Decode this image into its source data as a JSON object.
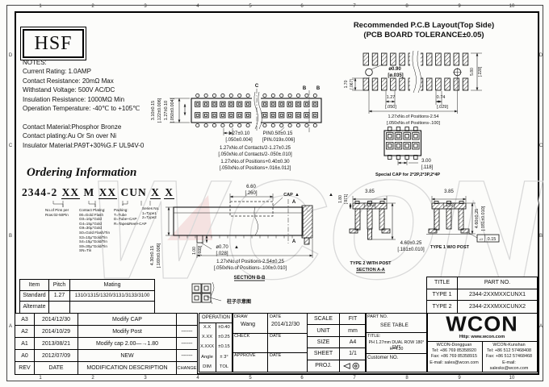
{
  "logo": "HSF",
  "watermark": "WCON",
  "frame": {
    "cols": [
      "1",
      "2",
      "3",
      "4",
      "5",
      "6",
      "7",
      "8",
      "9",
      "10"
    ],
    "rows": [
      "D",
      "C",
      "B",
      "A"
    ]
  },
  "notes": {
    "text": "NOTES:\nCurrent Rating: 1.0AMP\nContact Resistance: 20mΩ Max\nWithstand Voltage: 500V AC/DC\nInsulation Resistance: 1000MΩ Min\nOperation Temperature: -40℃ to +105℃\n\nContact Material:Phosphor Bronze\nContact plating:Au Or Sn over Ni\nInsulator Material:PA9T+30%G.F UL94V-0"
  },
  "pcb": {
    "title": "Recommended P.C.B Layout(Top Side)\n(PCB BOARD TOLERANCE±0.05)",
    "row_h": "1.70",
    "row_h_in": "[.067]",
    "hole": "ø0.90",
    "hole_in": "[ø.035]",
    "total_h": "5.80",
    "total_h_in": "[.228]",
    "pitch": "1.27",
    "pitch_in": "[.050]",
    "pad_w": "0.74",
    "pad_w_in": "[.029]",
    "span": "1.27xNo.of Positions-2.54",
    "span_in": "[.050xNo.of Positions-.100]"
  },
  "top_view": {
    "w": "3.10±0.15",
    "w_in": "[.122±0.006]",
    "row": "1.27±0.10",
    "row_in": "[.050±0.004]",
    "pitch": "1.27±0.10",
    "pitch_in": "[.050±0.004]",
    "pin": "PIN0.50±0.15",
    "pin_in": "[PIN.019±.006]",
    "contacts": "1.27xNo.of Contacts/2-1.27±0.25",
    "contacts_in": "[.050xNo.of Contacts/2-.050±.010]",
    "positions": "1.27xNo.of Positions+0.40±0.30",
    "positions_in": "[.050xNo.of Positions+.016±.012]",
    "cl": "C",
    "sec": "B"
  },
  "section_bb": {
    "cap_w": "6.60",
    "cap_w_in": "[.260]",
    "cap": "CAP",
    "tri": "▲",
    "h": "4.30±0.15",
    "h_in": "[.169±0.006]",
    "post_h": "1.00",
    "post_h_in": "[.039]",
    "hole": "ø0.70",
    "hole_in": "[.028]",
    "span": "1.27xNo.of Positions-2.54±0.25",
    "span_in": "[.050xNo.of Positions-.100±0.010]",
    "label": "SECTION B-B",
    "sec": "A",
    "post_note": "柱子示意图"
  },
  "special_cap": {
    "d": "3.00",
    "d_in": "[.118]",
    "label": "Special CAP for 2*2P,2*3P,2*4P"
  },
  "type2": {
    "t": "1.80",
    "t_in": "[.071]",
    "w": "3.85",
    "w_in": "[.152]",
    "h": "4.60±0.25",
    "h_in": "[.181±0.010]",
    "l1": "TYPE 2 WITH POST",
    "l2": "SECTION A-A",
    "tri": "▲"
  },
  "type1": {
    "w": "3.85",
    "w_in": "[.152]",
    "h": "4.60±0.25",
    "h_in": "[.181±0.010]",
    "flat_sym": "▱",
    "flat": "0.15",
    "l1": "TYPE 1 W/O POST"
  },
  "ordering": {
    "title": "Ordering Information",
    "code": {
      "p1": "2344-2 ",
      "p2": "XX",
      "p3": " M ",
      "p4": "XX",
      "p5": " CUN ",
      "p6": "X",
      "p7": " ",
      "p8": "X"
    },
    "legend_pins": "No.of Pins per\nRow:02-50Pin",
    "legend_plating": "Contact Plating:\n00=Gold Flash\nG0=10µ\"Gold\nG4=15µ\"Gold\nG9=30µ\"Gold\nS0=Gold Flash/Tin\nS3=10µ\"Gold/Tin\nS4=15µ\"Gold/Tin\nS9=30µ\"Gold/Tin\nSN=Tin",
    "legend_packing": "Packing:\nT=Tube\nD=Tube+CAP\nR=Tape&Reel+CAP",
    "legend_series": "Series No.\n1=Type1\n2=Type2"
  },
  "mating": {
    "headers": [
      "Item",
      "Pitch",
      "Mating"
    ],
    "rows": [
      [
        "Standard",
        "1.27",
        "1310/1315/1320/3131/3133/3100"
      ],
      [
        "Alternate",
        "",
        ""
      ]
    ]
  },
  "type_table": {
    "headers": [
      "TITLE",
      "PART NO."
    ],
    "rows": [
      [
        "TYPE 1",
        "2344-2XXMXXCUNX1"
      ],
      [
        "TYPE 2",
        "2344-2XXMXXCUNX2"
      ]
    ]
  },
  "revision": {
    "rows": [
      [
        "A3",
        "2014/12/30",
        "Modify CAP",
        ""
      ],
      [
        "A2",
        "2014/10/29",
        "Modify Post",
        "------"
      ],
      [
        "A1",
        "2013/08/21",
        "Modify cap 2.00—→1.80",
        "------"
      ],
      [
        "A0",
        "2012/07/09",
        "NEW",
        "------"
      ]
    ],
    "footer": [
      "REV",
      "DATE",
      "MODIFICATION DESCRIPTION",
      "CHANGE"
    ]
  },
  "tolerance": {
    "header": "OPERATION",
    "rows": [
      [
        "X.X",
        "±0.40"
      ],
      [
        "X.XX",
        "±0.25"
      ],
      [
        "X.XXX",
        "±0.15"
      ],
      [
        "Angle",
        "± 3°"
      ],
      [
        "DIM",
        "TOL"
      ]
    ]
  },
  "approval": {
    "draw_label": "DRAW",
    "draw_value": "Wang",
    "date1_label": "DATE",
    "date1_value": "2014/12/30",
    "check_label": "CHECK",
    "date2_label": "DATE",
    "approve_label": "APPROVE",
    "date3_label": "DATE"
  },
  "info": {
    "scale_label": "SCALE",
    "scale_value": "FIT",
    "unit_label": "UNIT",
    "unit_value": "mm",
    "size_label": "SIZE",
    "size_value": "A4",
    "sheet_label": "SHEET",
    "sheet_value": "1/1",
    "proj_label": "PROJ."
  },
  "title_block": {
    "partno_label": "PART NO.",
    "partno_value": "SEE TABLE",
    "title_label": "TITLE:",
    "title_line1": "PH 1.27mm DUAL ROW 180° SMT",
    "title_line2": "H=4.30",
    "customer": "Customer NO."
  },
  "wcon": {
    "brand": "WCON",
    "url": "Http:  www.wcon.com",
    "dongguan": "WCON-Dongguan\nTel: +86 769 85358920\nFax: +86 769 85358915\nE-mail: sales@wcon.com",
    "kunshan": "WCON-Kunshan\nTel: +86 512 57468408\nFax: +86 512 57468468\nE-mail: salesks@wcon.com"
  }
}
